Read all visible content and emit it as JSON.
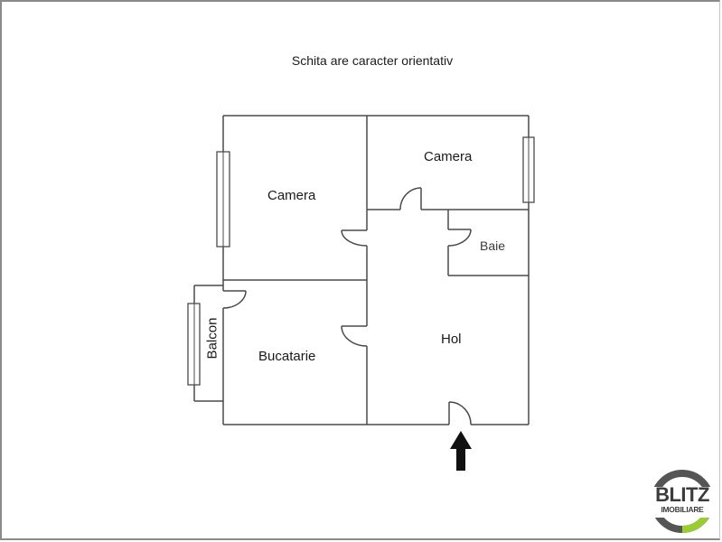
{
  "header": {
    "note": "Schita are caracter orientativ"
  },
  "rooms": [
    {
      "id": "camera-1",
      "label": "Camera"
    },
    {
      "id": "camera-2",
      "label": "Camera"
    },
    {
      "id": "baie",
      "label": "Baie"
    },
    {
      "id": "hol",
      "label": "Hol"
    },
    {
      "id": "bucatarie",
      "label": "Bucatarie"
    },
    {
      "id": "balcon",
      "label": "Balcon"
    }
  ],
  "entrance": {
    "icon": "arrow-up-icon"
  },
  "logo": {
    "brand": "BLITZ",
    "sub": "IMOBILIARE",
    "colors": {
      "ring": "#555555",
      "accent": "#9acd32"
    }
  },
  "colors": {
    "wall": "#4a4a4a",
    "frame": "#8a8a8a",
    "text": "#1a1a1a"
  }
}
